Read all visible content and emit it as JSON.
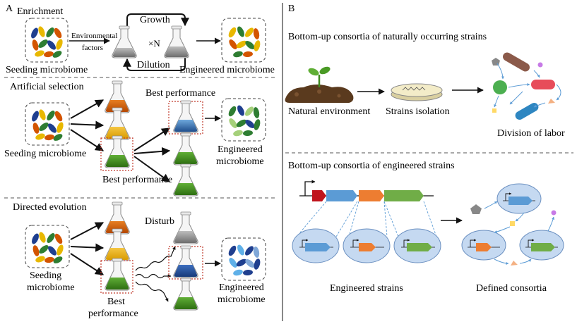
{
  "panel_a": {
    "letter": "A",
    "enrichment": {
      "title": "Enrichment",
      "factors_line1": "Environmental",
      "factors_line2": "factors",
      "growth": "Growth",
      "multiplier": "×N",
      "dilution": "Dilution",
      "seed_label": "Seeding microbiome",
      "engineered_label": "Engineered microbiome"
    },
    "artificial_selection": {
      "title": "Artificial selection",
      "best_top": "Best performance",
      "seed_label": "Seeding microbiome",
      "best_bottom": "Best performance",
      "engineered_line1": "Engineered",
      "engineered_line2": "microbiome"
    },
    "directed_evolution": {
      "title": "Directed evolution",
      "disturb": "Disturb",
      "seed_line1": "Seeding",
      "seed_line2": "microbiome",
      "best_line1": "Best",
      "best_line2": "performance",
      "engineered_line1": "Engineered",
      "engineered_line2": "microbiome"
    }
  },
  "panel_b": {
    "letter": "B",
    "natural": {
      "title": "Bottom-up consortia of naturally occurring strains",
      "environment": "Natural environment",
      "isolation": "Strains isolation",
      "division": "Division of labor"
    },
    "engineered": {
      "title": "Bottom-up consortia of engineered strains",
      "strains": "Engineered strains",
      "consortia": "Defined consortia"
    }
  },
  "colors": {
    "flask_orange": "#d35400",
    "flask_yellow": "#e0a100",
    "flask_green": "#3f8a1f",
    "flask_blue": "#2f6fb3",
    "flask_gray": "#7a7a7a",
    "gene_red": "#c0141c",
    "gene_blue": "#5b9bd5",
    "gene_orange": "#ed7d31",
    "gene_green": "#70ad47",
    "cell_fill": "#c5d9f1",
    "highlight_box": "#c0392b"
  }
}
